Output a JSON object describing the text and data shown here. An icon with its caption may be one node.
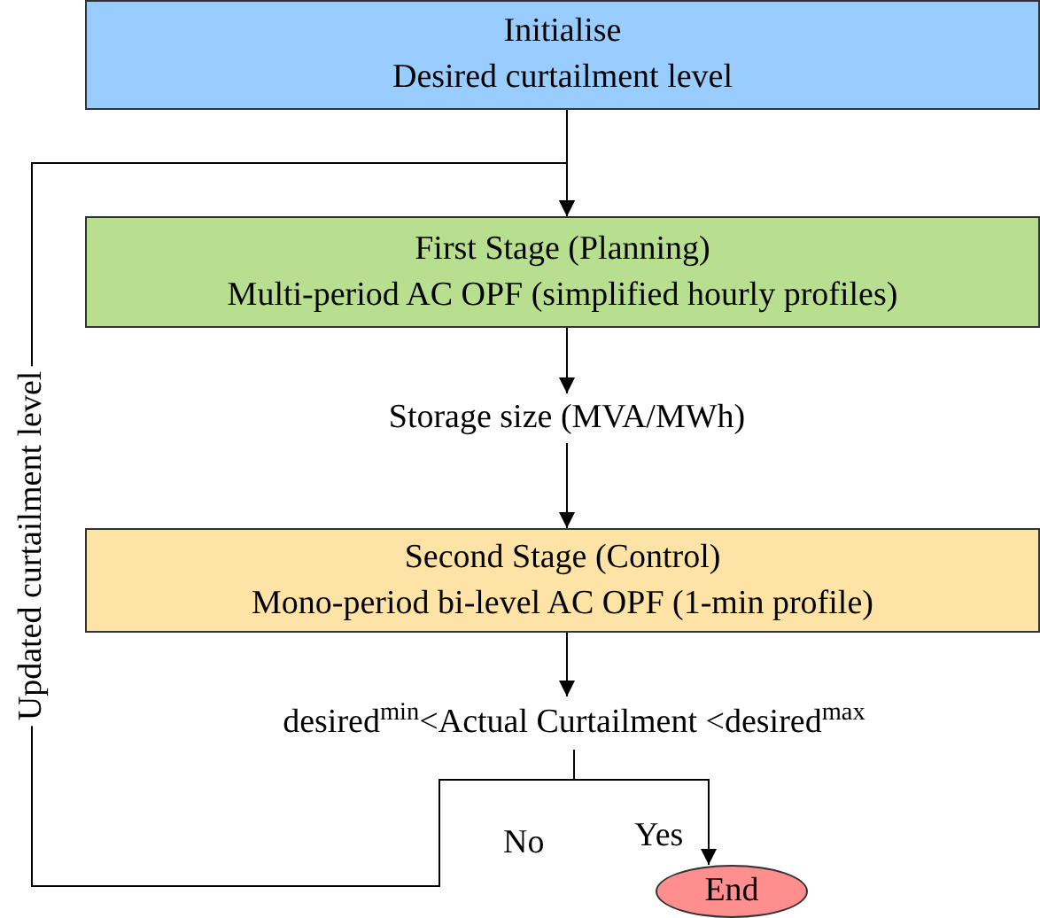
{
  "diagram": {
    "nodes": [
      {
        "text": [
          "Initialise",
          "Desired curtailment level"
        ]
      },
      {
        "text": [
          "First Stage (Planning)",
          "Multi-period AC OPF (simplified hourly profiles)"
        ]
      },
      {
        "text": [
          "Storage size (MVA/MWh)"
        ]
      },
      {
        "text": [
          "Second  Stage (Control)",
          "Mono-period bi-level AC OPF (1-min profile)"
        ]
      },
      {
        "text": [
          "desired$^{min}$<Actual Curtailment <desired$^{max}$"
        ]
      },
      {
        "text": [
          "End"
        ]
      }
    ],
    "edges": [
      {
        "from": 0,
        "to": 1,
        "arrow": "to"
      },
      {
        "from": 1,
        "to": 2,
        "arrow": "to"
      },
      {
        "from": 2,
        "to": 3,
        "arrow": "to"
      },
      {
        "from": 3,
        "to": 4,
        "arrow": "to"
      },
      {
        "from": 4,
        "to": 5,
        "arrow": "to",
        "label": "Yes"
      },
      {
        "from": 4,
        "to": 1,
        "arrow": "to",
        "label": "No"
      }
    ],
    "labels": [
      "Updated curtailment level"
    ]
  }
}
